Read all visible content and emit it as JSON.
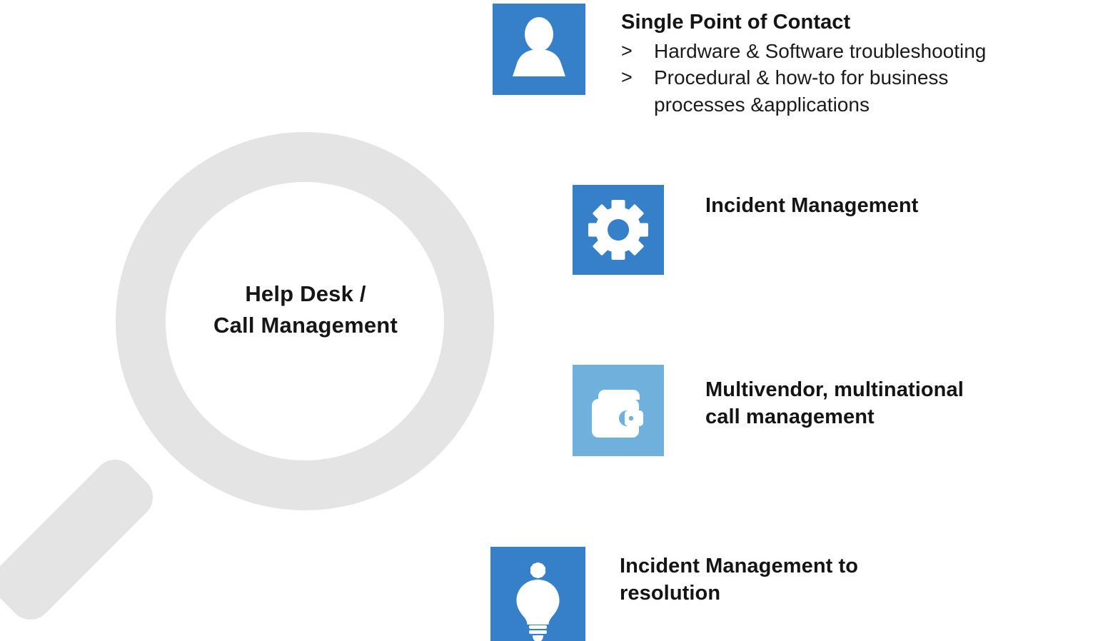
{
  "center": {
    "icon": "magnifier-icon",
    "label": "Help Desk /\nCall Management",
    "ring_color": "#e4e4e4"
  },
  "colors": {
    "blue_primary": "#3580c8",
    "blue_light": "#70b0dc",
    "gray": "#e4e4e4",
    "text": "#161616",
    "background": "#ffffff"
  },
  "rows": [
    {
      "id": "single-point-of-contact",
      "icon": "person-icon",
      "tile_color": "#3580c8",
      "title": "Single Point of Contact",
      "bullets": [
        {
          "marker": ">",
          "text": "Hardware & Software troubleshooting"
        },
        {
          "marker": ">",
          "text": "Procedural & how-to for business\nprocesses &applications"
        }
      ]
    },
    {
      "id": "incident-management",
      "icon": "gear-icon",
      "tile_color": "#3580c8",
      "title": "Incident Management",
      "bullets": []
    },
    {
      "id": "multivendor-call-management",
      "icon": "wallet-icon",
      "tile_color": "#70b0dc",
      "title": "Multivendor, multinational\ncall management",
      "bullets": []
    },
    {
      "id": "incident-management-to-resolution",
      "icon": "lightbulb-icon",
      "tile_color": "#3580c8",
      "title": "Incident Management to\nresolution",
      "bullets": []
    }
  ]
}
